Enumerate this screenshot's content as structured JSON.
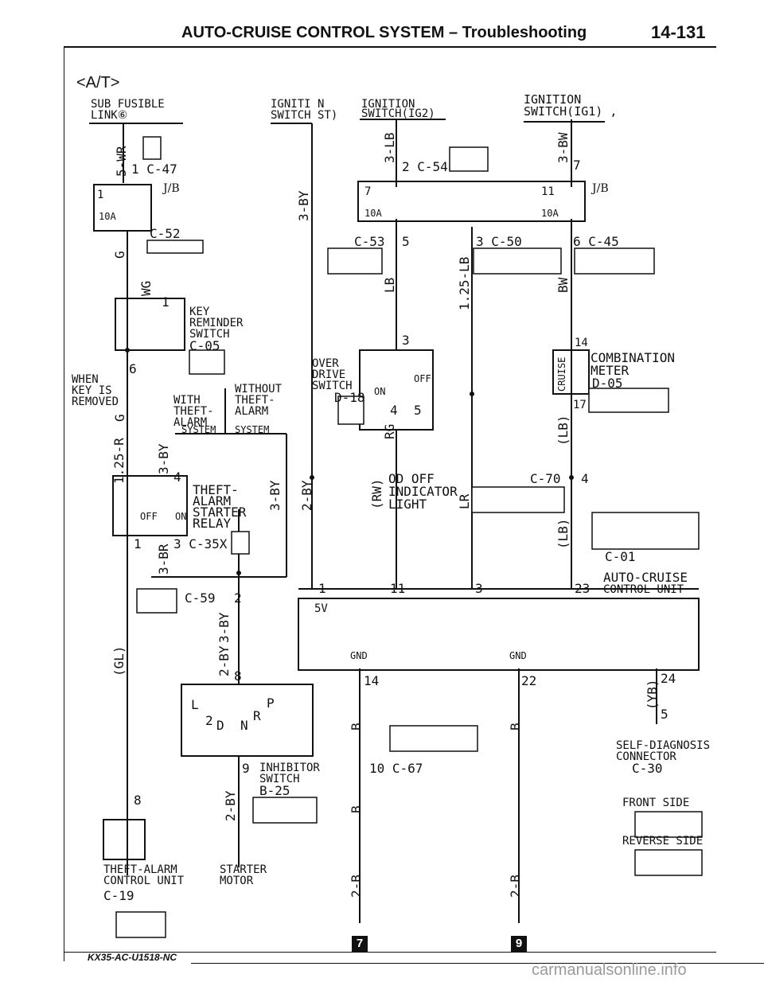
{
  "header": {
    "title": "AUTO-CRUISE CONTROL SYSTEM – Troubleshooting",
    "page": "14-131"
  },
  "variant": "<A/T>",
  "labels": {
    "sub_fusible_1": "SUB FUSIBLE",
    "sub_fusible_2": "LINK⑥",
    "ign_st_1": "IGNITI N",
    "ign_st_2": "SWITCH ST)",
    "ign_ig2_1": "IGNITION",
    "ign_ig2_2": "SWITCH(IG2)",
    "ign_ig1_1": "IGNITION",
    "ign_ig1_2": "SWITCH(IG1) ,",
    "c47": "1 C-47",
    "jb_left": "J/B",
    "jb_right": "J/B",
    "fuse1": "1",
    "fuse7": "7",
    "fuse11": "11",
    "fuse10a_1": "10A",
    "fuse10a_2": "10A",
    "fuse10a_3": "10A",
    "c52": "C-52",
    "c54": "2 C-54",
    "pin7": "7",
    "c53": "C-53",
    "c53_pin": "5",
    "c50": "3 C-50",
    "c45": "6 C-45",
    "key_rem_1": "KEY",
    "key_rem_2": "REMINDER",
    "key_rem_3": "SWITCH",
    "key_rem_4": "C-05",
    "when_1": "WHEN",
    "when_2": "KEY IS",
    "when_3": "REMOVED",
    "with_1": "WITH",
    "with_2": "THEFT-",
    "with_3": "ALARM",
    "with_4": "SYSTEM",
    "without_1": "WITHOUT",
    "without_2": "THEFT-",
    "without_3": "ALARM",
    "without_4": "SYSTEM",
    "od_1": "OVER",
    "od_2": "DRIVE",
    "od_3": "SWITCH",
    "od_4": "D-18",
    "od_on": "ON",
    "od_off": "OFF",
    "comb_1": "COMBINATION",
    "comb_2": "METER",
    "comb_3": "D-05",
    "comb_pin14": "14",
    "comb_pin17": "17",
    "cruise": "CRUISE",
    "theft_relay_1": "THEFT-",
    "theft_relay_2": "ALARM",
    "theft_relay_3": "STARTER",
    "theft_relay_4": "RELAY",
    "off_on": "OFF",
    "on": "ON",
    "c35x": "3 C-35X",
    "c35x_1": "1",
    "c35x_pin4": "4",
    "od_ind_1": "OD OFF",
    "od_ind_2": "INDICATOR",
    "od_ind_3": "LIGHT",
    "c70": "C-70",
    "c70_pin4": "4",
    "c01": "C-01",
    "acu_1": "AUTO-CRUISE",
    "acu_2": "CONTROL UNIT",
    "pin1": "1",
    "pin11": "11",
    "pin3": "3",
    "pin23": "23",
    "c59": "C-59",
    "c59_pin2": "2",
    "v5": "5V",
    "gnd1": "GND",
    "gnd2": "GND",
    "pin14": "14",
    "pin22": "22",
    "pin24": "24",
    "pin5": "5",
    "pin8a": "8",
    "pin8b": "8",
    "pin6": "6",
    "pin4b": "4",
    "pin5b": "5",
    "pin3b": "3",
    "pin1b": "1",
    "inhib_1": "INHIBITOR",
    "inhib_2": "SWITCH",
    "inhib_3": "B-25",
    "inhib_pin": "9",
    "c67": "10 C-67",
    "selfdiag_1": "SELF-DIAGNOSIS",
    "selfdiag_2": "CONNECTOR",
    "selfdiag_3": "C-30",
    "front_side": "FRONT SIDE",
    "reverse_side": "REVERSE SIDE",
    "theft_cu_1": "THEFT-ALARM",
    "theft_cu_2": "CONTROL UNIT",
    "theft_cu_3": "C-19",
    "starter_1": "STARTER",
    "starter_2": "MOTOR",
    "gear_l": "L",
    "gear_2": "2",
    "gear_d": "D",
    "gear_n": "N",
    "gear_r": "R",
    "gear_p": "P",
    "ground7": "7",
    "ground9": "9"
  },
  "wire_colors": {
    "w1": "5-WR",
    "w2": "3-BW",
    "w3": "3-LB",
    "w4": "3-BY",
    "w5": "LB",
    "w6": "1.25-LB",
    "w7": "BW",
    "w8": "G",
    "w9": "WG",
    "w10": "1.25-R",
    "w11": "3-BY",
    "w12": "2-BY",
    "w13": "3-BY",
    "w14": "3-BR",
    "w15": "RG",
    "w16": "(RW)",
    "w17": "LR",
    "w18": "(LB)",
    "w19": "(LB)",
    "w20": "3-BY",
    "w21": "2-BY",
    "w22": "(GL)",
    "w23": "2-BY",
    "w24": "B",
    "w25": "B",
    "w26": "B",
    "w27": "2-B",
    "w28": "2-B",
    "w29": "(YB)",
    "w30": "G"
  },
  "footer": {
    "code": "KX35-AC-U1518-NC",
    "watermark": "carmanualsonline.info"
  }
}
